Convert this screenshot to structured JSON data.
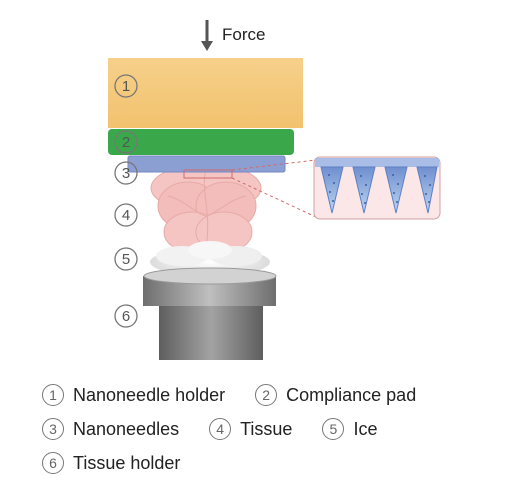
{
  "force_label": "Force",
  "layer_numbers": [
    "1",
    "2",
    "3",
    "4",
    "5",
    "6"
  ],
  "legend": [
    {
      "number": "1",
      "label": "Nanoneedle holder"
    },
    {
      "number": "2",
      "label": "Compliance pad"
    },
    {
      "number": "3",
      "label": "Nanoneedles"
    },
    {
      "number": "4",
      "label": "Tissue"
    },
    {
      "number": "5",
      "label": "Ice"
    },
    {
      "number": "6",
      "label": "Tissue holder"
    }
  ],
  "colors": {
    "holder": "#f5cc7e",
    "pad": "#3aa84a",
    "needles": "#8c9fd2",
    "tissue": "#f2b7b4",
    "ice": "#eeeeee",
    "tissue_holder": "#8c8c8c",
    "inset_background": "#fbe6e8",
    "zoom_line": "#d06a6a"
  }
}
